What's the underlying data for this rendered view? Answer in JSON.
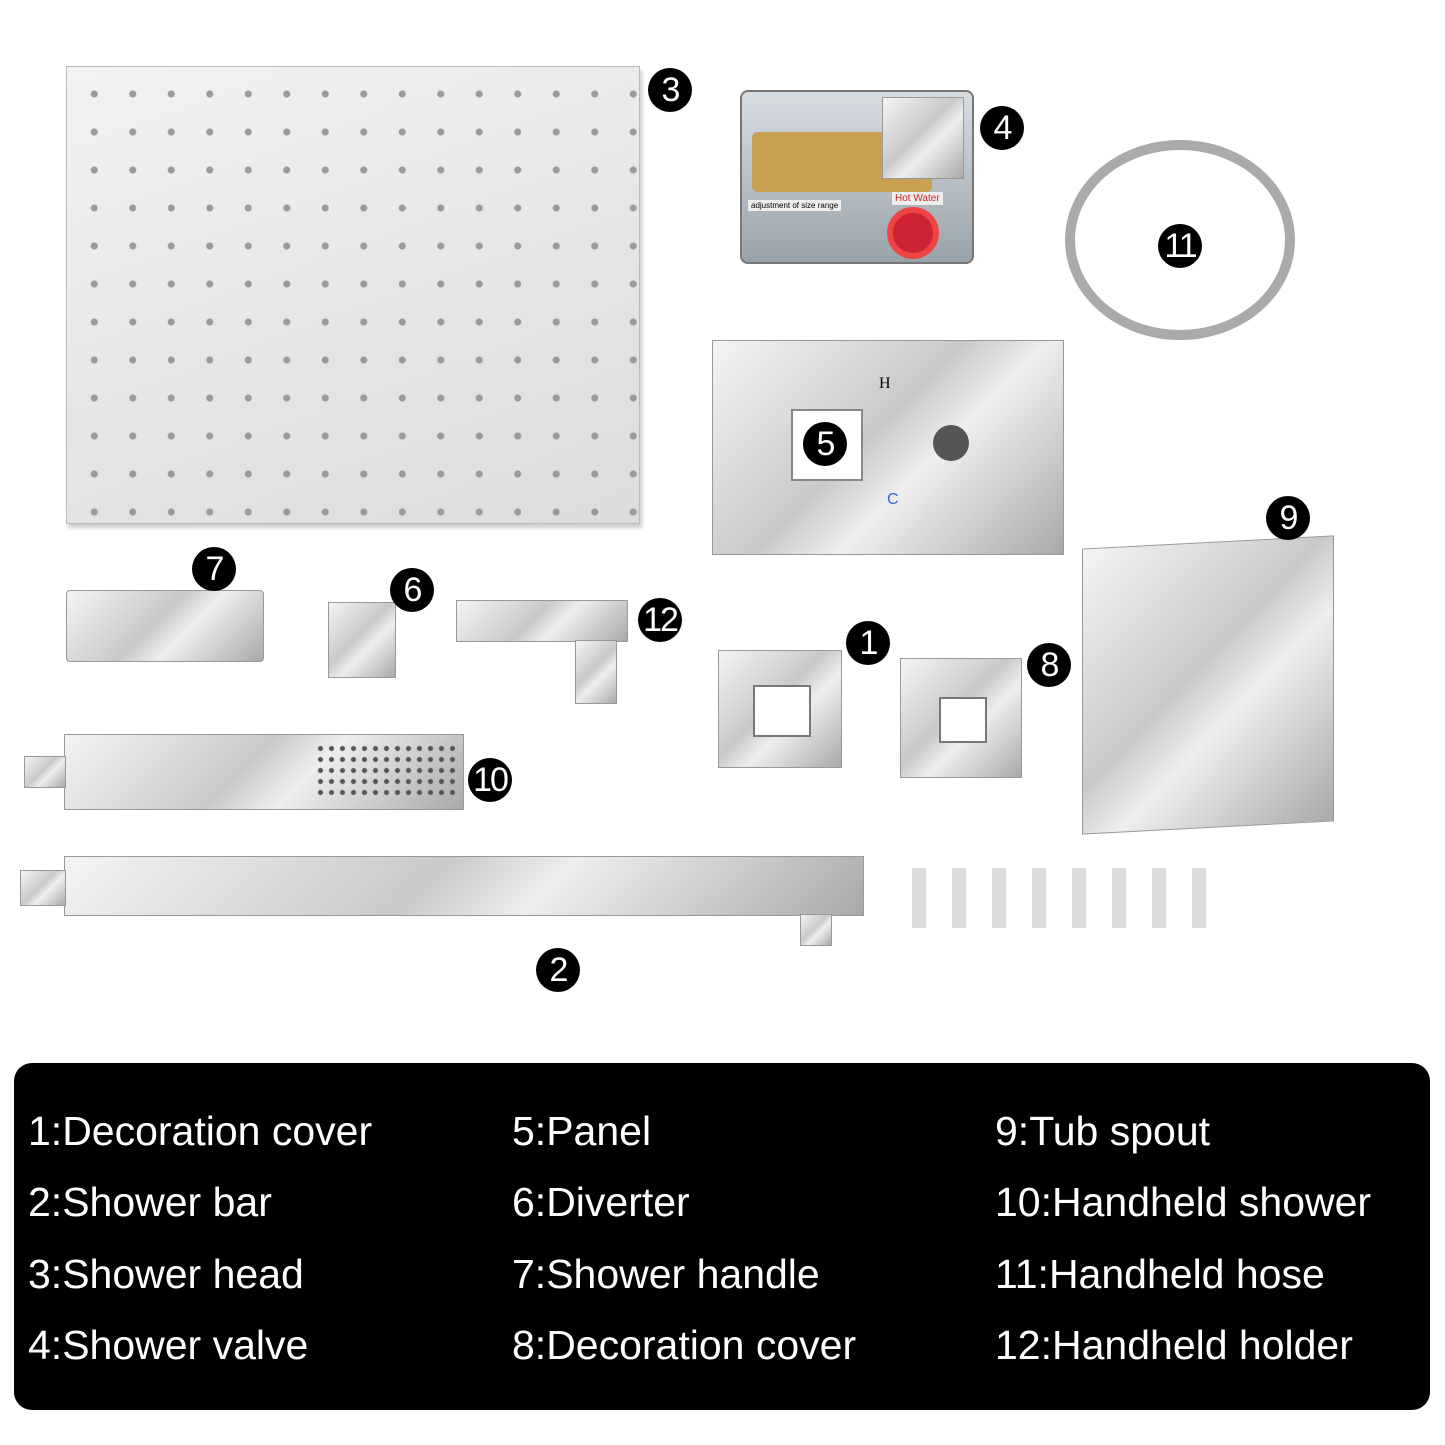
{
  "callouts": [
    "1",
    "2",
    "3",
    "4",
    "5",
    "6",
    "7",
    "8",
    "9",
    "10",
    "11",
    "12"
  ],
  "valve_labels": {
    "hot": "Hot Water",
    "adjust": "adjustment of size range"
  },
  "panel_marks": {
    "hot": "H",
    "cold": "C"
  },
  "legend": [
    [
      "1:Decoration cover",
      "2:Shower bar",
      "3:Shower head",
      "4:Shower valve"
    ],
    [
      "5:Panel",
      "6:Diverter",
      "7:Shower handle",
      "8:Decoration cover"
    ],
    [
      "9:Tub spout",
      "10:Handheld shower",
      "11:Handheld hose",
      "12:Handheld holder"
    ]
  ]
}
